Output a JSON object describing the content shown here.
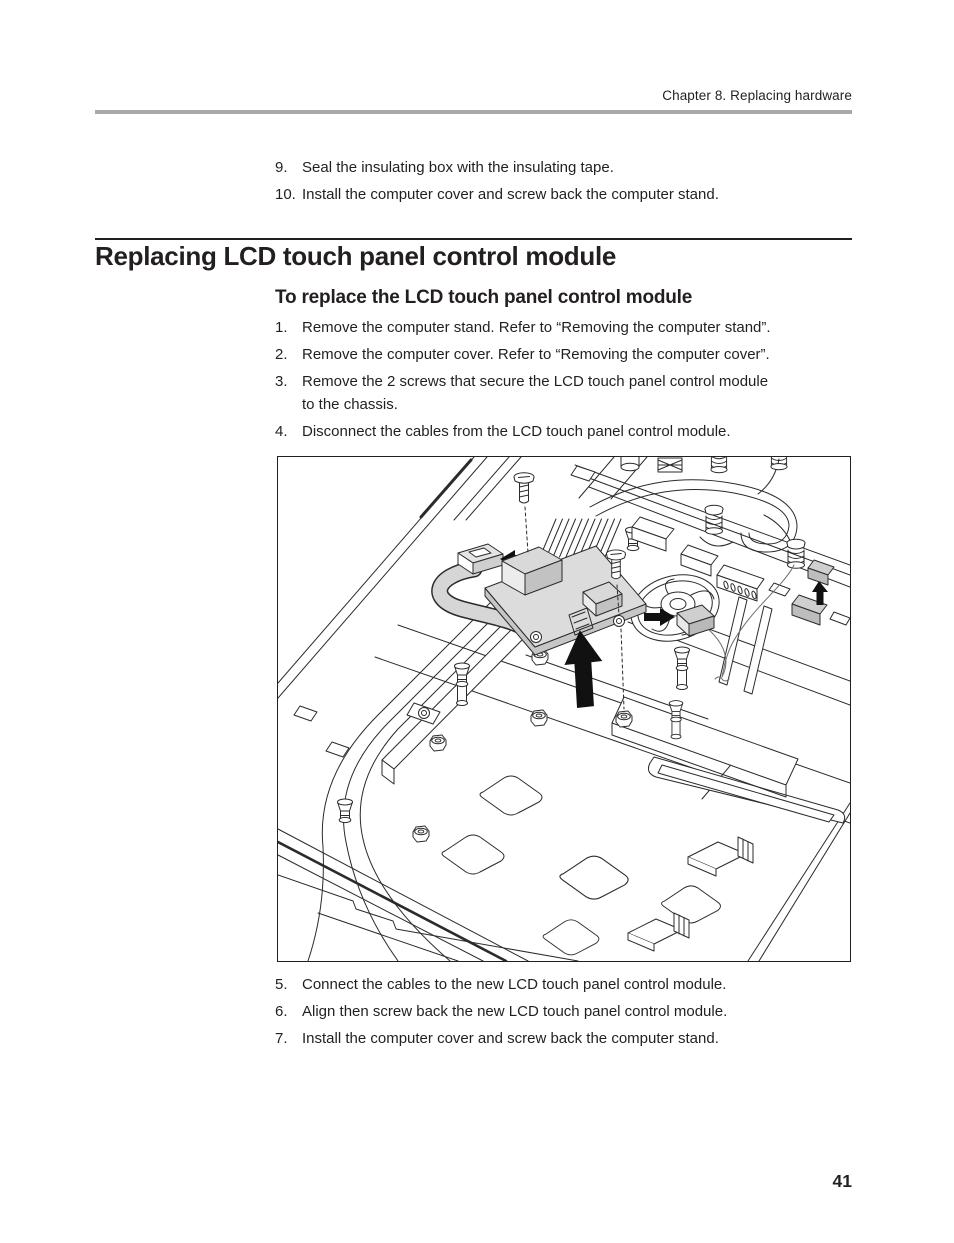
{
  "header": {
    "chapter_title": "Chapter 8. Replacing hardware"
  },
  "intro_steps": [
    {
      "num": "9.",
      "text": "Seal the insulating box with the insulating tape."
    },
    {
      "num": "10.",
      "text": "Install the computer cover and screw back the computer stand."
    }
  ],
  "section": {
    "heading": "Replacing LCD touch panel control module",
    "subheading": "To replace the LCD touch panel control module",
    "steps_before_figure": [
      {
        "num": "1.",
        "text": "Remove the computer stand. Refer to “Removing the computer stand”."
      },
      {
        "num": "2.",
        "text": "Remove the computer cover. Refer to “Removing the computer cover”."
      },
      {
        "num": "3.",
        "line1": "Remove the 2 screws that secure the LCD touch panel control module",
        "line2": "to the chassis."
      },
      {
        "num": "4.",
        "text": "Disconnect the cables from the LCD touch panel control module."
      }
    ],
    "steps_after_figure": [
      {
        "num": "5.",
        "text": "Connect the cables to the new LCD touch panel control module."
      },
      {
        "num": "6.",
        "text": "Align then screw back the new LCD touch panel control module."
      },
      {
        "num": "7.",
        "text": "Install the computer cover and screw back the computer stand."
      }
    ]
  },
  "footer": {
    "page_number": "41"
  },
  "colors": {
    "rule_gray": "#a7a9ac",
    "text_black": "#231f20",
    "module_gray": "#dcdcdc",
    "ribbon_gray": "#d6d6d6",
    "arrow_black": "#111111",
    "line_color": "#2b2b2b"
  }
}
